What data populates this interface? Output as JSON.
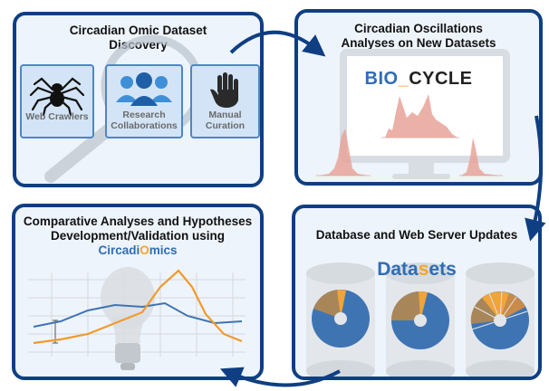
{
  "panels": {
    "discovery": {
      "title_line1": "Circadian Omic Dataset",
      "title_line2": "Discovery",
      "cards": [
        {
          "label": "Web Crawlers",
          "icon": "spider-icon"
        },
        {
          "label_line1": "Research",
          "label_line2": "Collaborations",
          "icon": "people-icon"
        },
        {
          "label_line1": "Manual",
          "label_line2": "Curation",
          "icon": "hand-icon"
        }
      ]
    },
    "oscillations": {
      "title_line1": "Circadian Oscillations",
      "title_line2": "Analyses on New Datasets",
      "brand_part1": "BIO",
      "brand_part2": "_",
      "brand_part3": "CYCLE"
    },
    "comparative": {
      "title_line1": "Comparative Analyses and Hypotheses",
      "title_line2": "Development/Validation using",
      "brand_part1": "C",
      "brand_part2": "ircadi",
      "brand_part3": "O",
      "brand_part4": "mics"
    },
    "database": {
      "title": "Database and  Web Server Updates",
      "brand_part1": "Data",
      "brand_part2": "s",
      "brand_part3": "ets"
    }
  },
  "colors": {
    "panel_border": "#0f3f82",
    "arrow": "#0f3f82",
    "accent_blue": "#2f6db5",
    "accent_orange": "#f5a623",
    "histogram": "#e8a39a",
    "pie_blue": "#3f74b3",
    "pie_brown": "#a8865a",
    "pie_orange": "#f0a43a"
  }
}
